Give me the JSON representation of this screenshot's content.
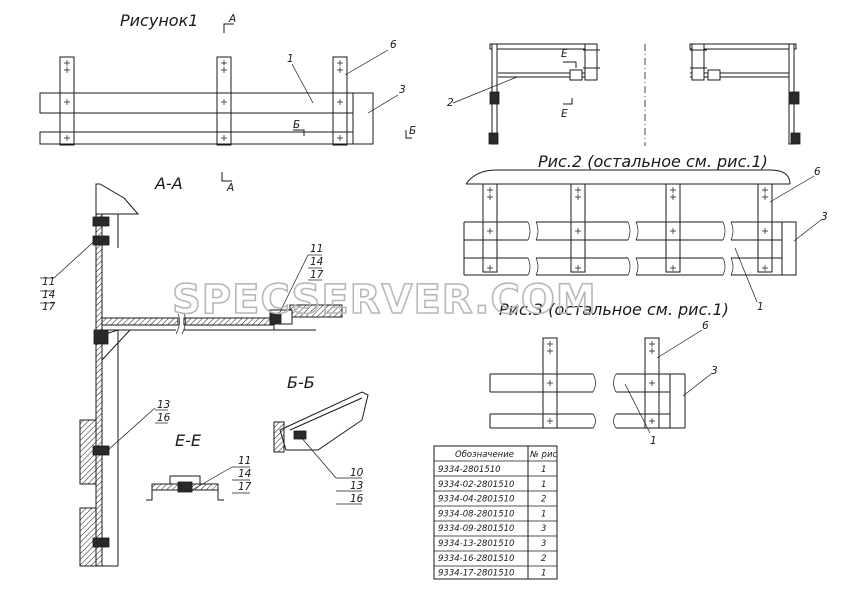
{
  "titles": {
    "fig1": "Рисунок1",
    "section_aa": "А-А",
    "section_bb": "Б-Б",
    "section_ee": "Е-Е",
    "fig2": "Рис.2 (остальное см. рис.1)",
    "fig3": "Рис.3 (остальное см. рис.1)"
  },
  "markers": {
    "a_top": "А",
    "a_bottom": "А",
    "b_left": "Б",
    "b_right": "Б",
    "e_top": "Е",
    "e_bottom": "Е"
  },
  "callouts": {
    "fig1_1": "1",
    "fig1_6": "6",
    "fig1_3": "3",
    "top_right_2": "2",
    "fig2_6": "6",
    "fig2_3": "3",
    "fig2_1": "1",
    "fig3_6": "6",
    "fig3_3": "3",
    "fig3_1": "1",
    "aa_upper": [
      "11",
      "14",
      "17"
    ],
    "aa_mid": [
      "11",
      "14",
      "17"
    ],
    "aa_low": [
      "13",
      "16"
    ],
    "ee": [
      "11",
      "14",
      "17"
    ],
    "bb": [
      "10",
      "13",
      "16"
    ]
  },
  "watermark": "SPECSERVER.COM",
  "table": {
    "headers": [
      "Обозначение",
      "№ рис"
    ],
    "rows": [
      [
        "9334-2801510",
        "1"
      ],
      [
        "9334-02-2801510",
        "1"
      ],
      [
        "9334-04-2801510",
        "2"
      ],
      [
        "9334-08-2801510",
        "1"
      ],
      [
        "9334-09-2801510",
        "3"
      ],
      [
        "9334-13-2801510",
        "3"
      ],
      [
        "9334-16-2801510",
        "2"
      ],
      [
        "9334-17-2801510",
        "1"
      ]
    ]
  }
}
